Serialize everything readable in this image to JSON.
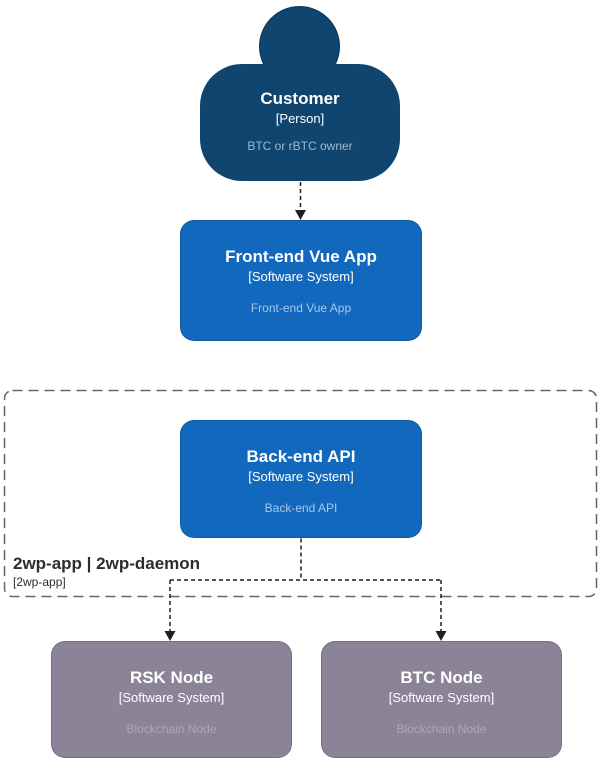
{
  "canvas": {
    "background": "#ffffff"
  },
  "colors": {
    "person_fill": "#0f456f",
    "system_fill": "#1168bd",
    "external_fill": "#8b8498",
    "boundary_border": "#666666",
    "boundary_text": "#2d2d2d",
    "connector": "#1f1f1f"
  },
  "nodes": {
    "customer": {
      "title": "Customer",
      "subtitle": "[Person]",
      "description": "BTC or rBTC owner"
    },
    "frontend": {
      "title": "Front-end Vue App",
      "subtitle": "[Software System]",
      "description": "Front-end Vue App"
    },
    "backend": {
      "title": "Back-end API",
      "subtitle": "[Software System]",
      "description": "Back-end API"
    },
    "rsk_node": {
      "title": "RSK Node",
      "subtitle": "[Software System]",
      "description": "Blockchain Node"
    },
    "btc_node": {
      "title": "BTC Node",
      "subtitle": "[Software System]",
      "description": "Blockchain Node"
    }
  },
  "boundary": {
    "title": "2wp-app | 2wp-daemon",
    "subtitle": "[2wp-app]"
  }
}
